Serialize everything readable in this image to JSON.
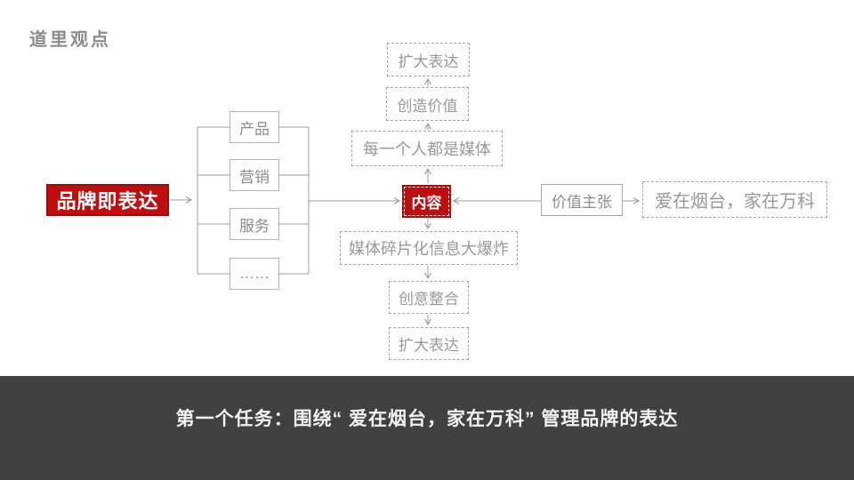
{
  "slide": {
    "title": "道里观点",
    "footer": "第一个任务：围绕“ 爱在烟台，家在万科” 管理品牌的表达"
  },
  "colors": {
    "accent_red": "#c00d0d",
    "line_gray": "#9e9e9e",
    "box_text_gray": "#999999",
    "footer_bg": "#414141",
    "title_gray": "#8c8c8c"
  },
  "diagram": {
    "brand_box": "品牌即表达",
    "touchpoints": [
      {
        "label": "产品"
      },
      {
        "label": "营销"
      },
      {
        "label": "服务"
      },
      {
        "label": "……"
      }
    ],
    "content_box": "内容",
    "up_chain": [
      "每一个人都是媒体",
      "创造价值",
      "扩大表达"
    ],
    "down_chain": [
      "媒体碎片化信息大爆炸",
      "创意整合",
      "扩大表达"
    ],
    "value_proposition": "价值主张",
    "slogan": "爱在烟台，家在万科"
  }
}
